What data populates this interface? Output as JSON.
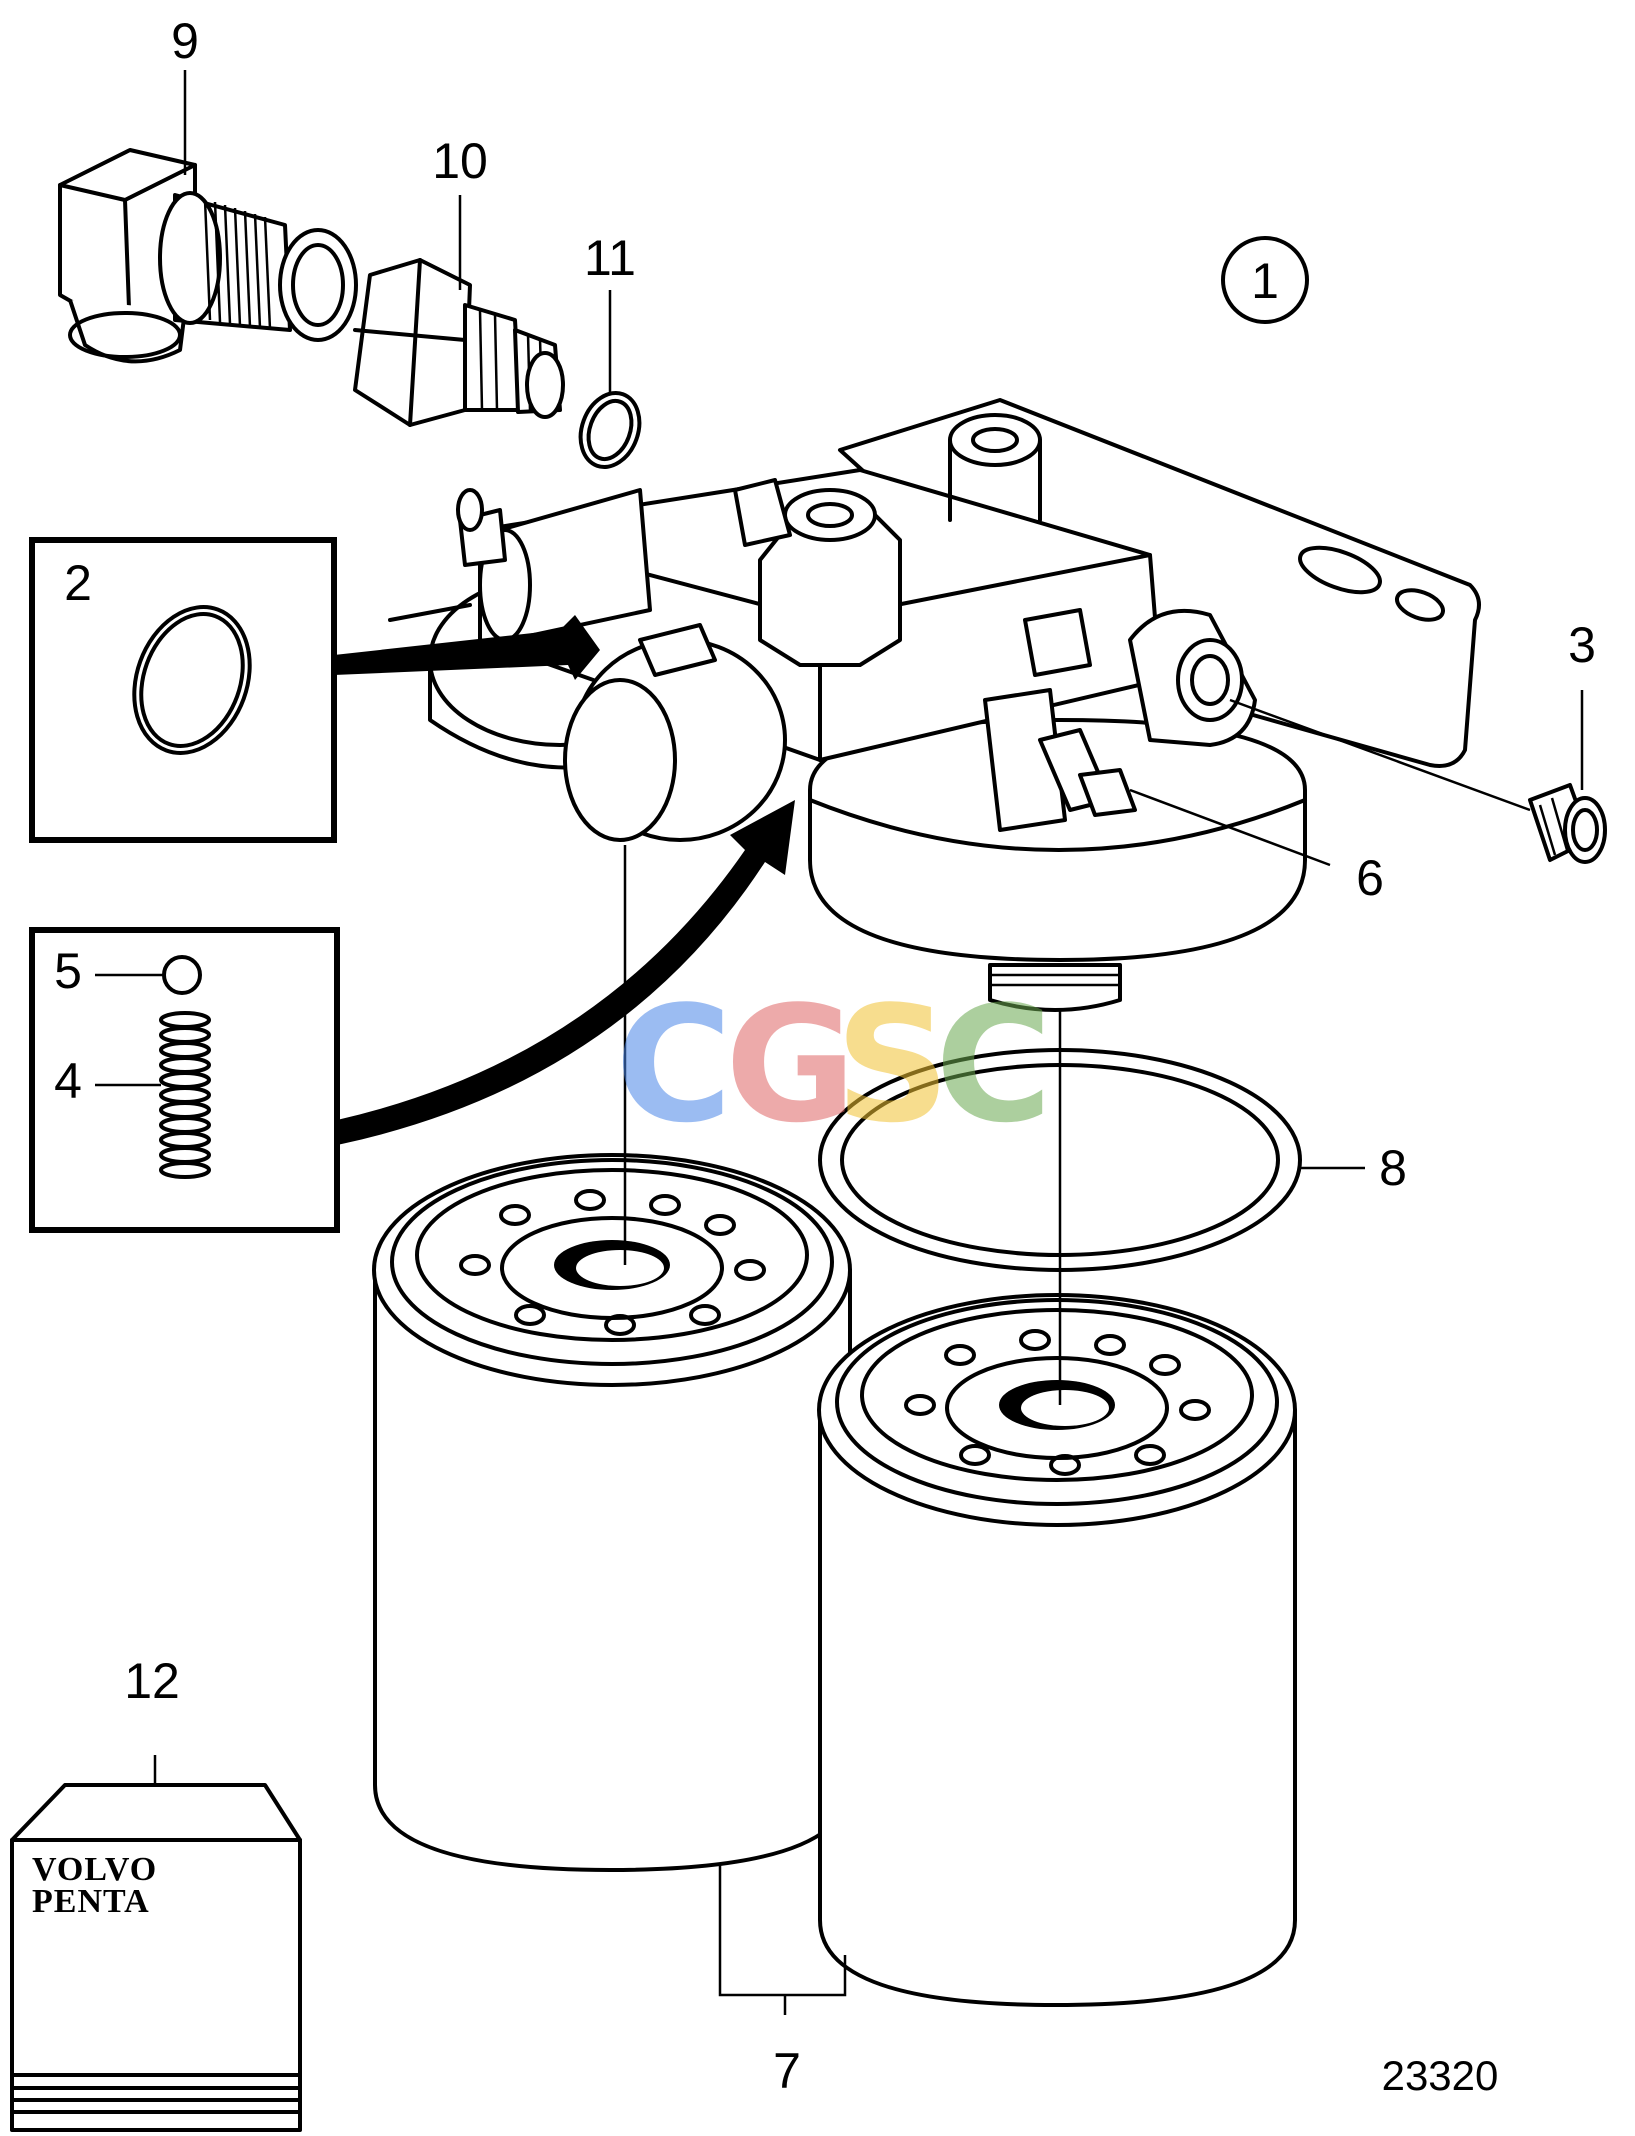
{
  "diagram": {
    "callouts": {
      "c1": "1",
      "c2": "2",
      "c3": "3",
      "c4": "4",
      "c5": "5",
      "c6": "6",
      "c7": "7",
      "c8": "8",
      "c9": "9",
      "c10": "10",
      "c11": "11",
      "c12": "12"
    },
    "drawing_number": "23320",
    "logo": {
      "line1": "VOLVO",
      "line2": "PENTA"
    },
    "watermark": {
      "letters": [
        "C",
        "G",
        "S",
        "C"
      ],
      "colors": [
        "#4a86e8",
        "#e06666",
        "#f1c232",
        "#6aa84f"
      ]
    }
  }
}
